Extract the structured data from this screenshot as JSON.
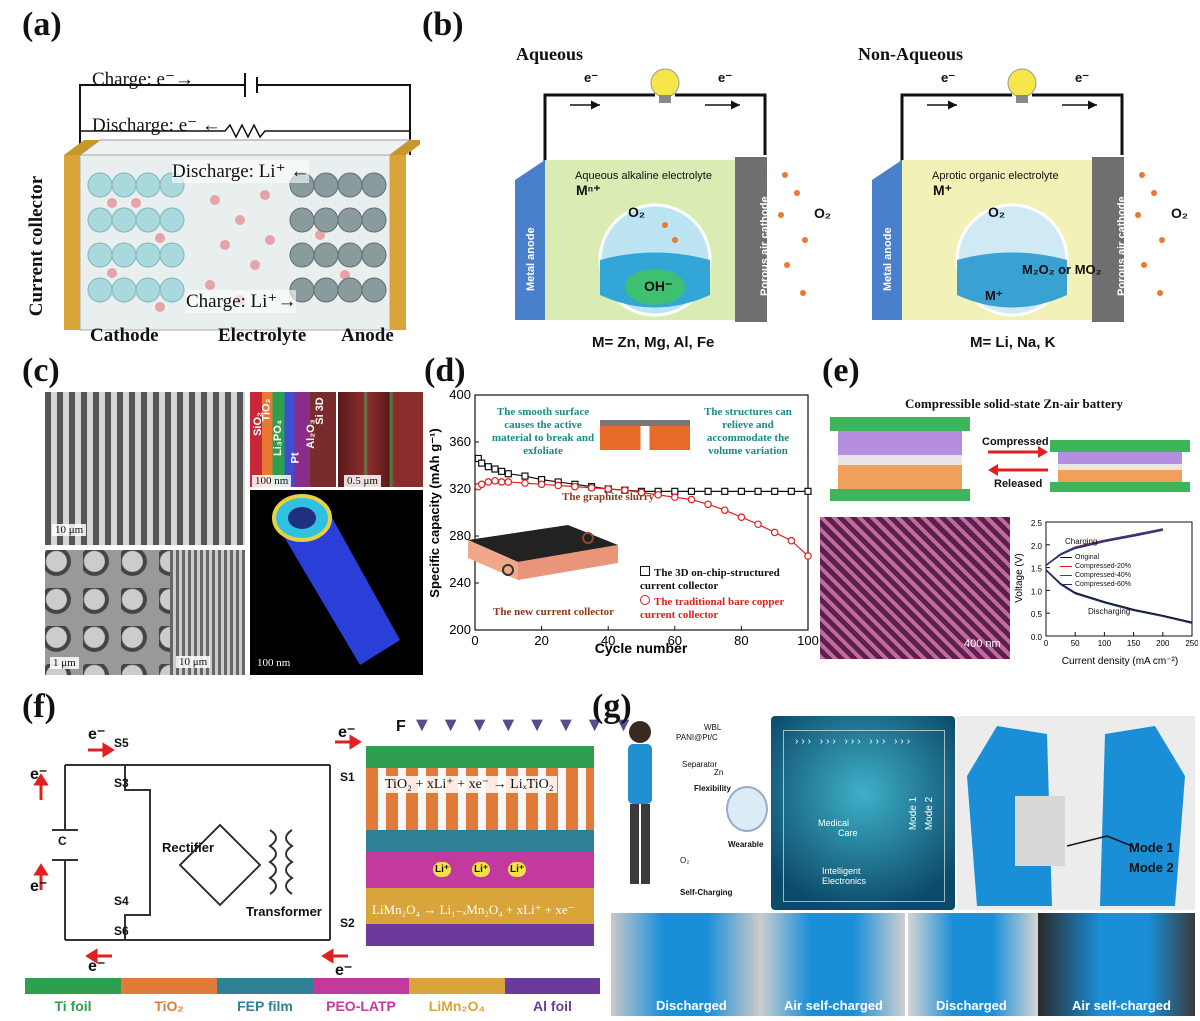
{
  "panels": {
    "a": {
      "label": "(a)",
      "charge_e": "Charge: e⁻→",
      "discharge_e": "Discharge: e⁻ ←",
      "discharge_li": "Discharge: Li⁺ ←",
      "charge_li": "Charge: Li⁺→",
      "current_collector": "Current collector",
      "cathode": "Cathode",
      "electrolyte": "Electrolyte",
      "anode": "Anode"
    },
    "b": {
      "label": "(b)",
      "aqueous": "Aqueous",
      "non_aqueous": "Non-Aqueous",
      "e_minus": "e⁻",
      "aq_electrolyte": "Aqueous alkaline electrolyte",
      "apr_electrolyte": "Aprotic organic electrolyte",
      "metal_anode": "Metal anode",
      "porous_cathode": "Porous air cathode",
      "mn_plus": "Mⁿ⁺",
      "m_plus": "M⁺",
      "o2": "O₂",
      "oh_minus": "OH⁻",
      "m2o2": "M₂O₂ or MO₂",
      "aq_metals": "M= Zn, Mg, Al, Fe",
      "nonaq_metals": "M= Li, Na, K"
    },
    "c": {
      "label": "(c)",
      "sb1": "10 μm",
      "sb2": "1 μm",
      "sb3": "10 μm",
      "sb4": "100 nm",
      "sb5": "0.5 μm",
      "sb6": "100 nm",
      "layer_sio2": "SiO₂",
      "layer_tio2": "TiO₂",
      "layer_li3po4": "Li₃PO₄",
      "layer_pt": "Pt",
      "layer_al2o3": "Al₂O₃",
      "layer_si3d": "Si 3D"
    },
    "d": {
      "label": "(d)",
      "note_left": "The smooth surface causes the active material to break and exfoliate",
      "note_right": "The structures can relieve and accommodate the volume variation",
      "graphite": "The graphite slurry",
      "new_cc": "The new current collector",
      "legend1": "The 3D on-chip-structured current collector",
      "legend2": "The traditional bare copper current collector"
    },
    "e": {
      "label": "(e)",
      "title": "Compressible solid-state Zn-air battery",
      "compressed": "Compressed",
      "released": "Released",
      "sb": "400 nm",
      "charging": "Charging",
      "discharging": "Discharging",
      "legend": [
        "Original",
        "Compressed-20%",
        "Compressed-40%",
        "Compressed-60%"
      ]
    },
    "f": {
      "label": "(f)",
      "e_minus": "e⁻",
      "S1": "S1",
      "S2": "S2",
      "S3": "S3",
      "S4": "S4",
      "S5": "S5",
      "S6": "S6",
      "C": "C",
      "rectifier": "Rectifier",
      "transformer": "Transformer",
      "F": "F",
      "tio2_reaction": "TiO₂ + xLi⁺ + xe⁻ → LiₓTiO₂",
      "limn_reaction": "LiMn₂O₄ → Li₁₋ₓMn₂O₄ + xLi⁺ + xe⁻",
      "li_plus": "Li⁺"
    },
    "g": {
      "label": "(g)",
      "wbl": "WBL",
      "pani": "PANI@Pt/C",
      "separator": "Separator",
      "zn": "Zn",
      "flexibility": "Flexibility",
      "wearable": "Wearable",
      "self_charging": "Self-Charging",
      "o2": "O₂",
      "medical": "Medical",
      "care": "Care",
      "intelligent": "Intelligent",
      "electronics": "Electronics",
      "mode1": "Mode 1",
      "mode2": "Mode 2",
      "photo_mode1": "Mode 1",
      "photo_mode2": "Mode 2",
      "discharged1": "Discharged",
      "air1": "Air self-charged",
      "discharged2": "Discharged",
      "air2": "Air self-charged"
    }
  },
  "legend_bar": [
    {
      "label": "Ti foil",
      "color": "#2e9e4f",
      "text_color": "#2e9e4f"
    },
    {
      "label": "TiO₂",
      "color": "#e07b39",
      "text_color": "#e07b39"
    },
    {
      "label": "FEP film",
      "color": "#2f7f96",
      "text_color": "#2f7f96"
    },
    {
      "label": "PEO-LATP",
      "color": "#c23a9e",
      "text_color": "#c23a9e"
    },
    {
      "label": "LiMn₂O₄",
      "color": "#d9a43a",
      "text_color": "#d9a43a"
    },
    {
      "label": "Al foil",
      "color": "#6b3a9a",
      "text_color": "#6b3a9a"
    }
  ],
  "chart_data": [
    {
      "type": "scatter",
      "panel": "d",
      "xlabel": "Cycle number",
      "ylabel": "Specific capacity (mAh g⁻¹)",
      "xlim": [
        0,
        100
      ],
      "ylim": [
        200,
        400
      ],
      "xticks": [
        0,
        20,
        40,
        60,
        80,
        100
      ],
      "yticks": [
        200,
        240,
        280,
        320,
        360,
        400
      ],
      "series": [
        {
          "name": "The 3D on-chip-structured current collector",
          "color": "#111111",
          "x": [
            1,
            2,
            4,
            6,
            8,
            10,
            15,
            20,
            25,
            30,
            35,
            40,
            45,
            50,
            55,
            60,
            65,
            70,
            75,
            80,
            85,
            90,
            95,
            100
          ],
          "y": [
            346,
            342,
            339,
            337,
            335,
            333,
            331,
            328,
            326,
            324,
            322,
            320,
            319,
            318,
            318,
            318,
            318,
            318,
            318,
            318,
            318,
            318,
            318,
            318
          ]
        },
        {
          "name": "The traditional bare copper current collector",
          "color": "#e02020",
          "x": [
            1,
            2,
            4,
            6,
            8,
            10,
            15,
            20,
            25,
            30,
            35,
            40,
            45,
            50,
            55,
            60,
            65,
            70,
            75,
            80,
            85,
            90,
            95,
            100
          ],
          "y": [
            322,
            324,
            326,
            327,
            326,
            326,
            325,
            324,
            323,
            322,
            321,
            320,
            319,
            317,
            315,
            313,
            311,
            307,
            302,
            296,
            290,
            283,
            276,
            263
          ]
        }
      ]
    },
    {
      "type": "line",
      "panel": "e",
      "xlabel": "Current density (mA cm⁻²)",
      "ylabel": "Voltage (V)",
      "xlim": [
        0,
        250
      ],
      "ylim": [
        0.0,
        2.5
      ],
      "xticks": [
        0,
        50,
        100,
        150,
        200,
        250
      ],
      "yticks": [
        0.0,
        0.5,
        1.0,
        1.5,
        2.0,
        2.5
      ],
      "series": [
        {
          "name": "Original",
          "color": "#111111",
          "curve": "charge",
          "x": [
            0,
            25,
            50,
            100,
            150,
            200
          ],
          "y": [
            1.55,
            1.8,
            1.95,
            2.1,
            2.22,
            2.35
          ]
        },
        {
          "name": "Compressed-20%",
          "color": "#e02020",
          "curve": "charge",
          "x": [
            0,
            25,
            50,
            100,
            150,
            200
          ],
          "y": [
            1.55,
            1.79,
            1.94,
            2.09,
            2.21,
            2.34
          ]
        },
        {
          "name": "Compressed-40%",
          "color": "#2040e0",
          "curve": "charge",
          "x": [
            0,
            25,
            50,
            100,
            150,
            200
          ],
          "y": [
            1.55,
            1.79,
            1.93,
            2.08,
            2.2,
            2.33
          ]
        },
        {
          "name": "Compressed-60%",
          "color": "#203070",
          "curve": "charge",
          "x": [
            0,
            25,
            50,
            100,
            150,
            200
          ],
          "y": [
            1.55,
            1.78,
            1.92,
            2.07,
            2.19,
            2.32
          ]
        },
        {
          "name": "Original",
          "color": "#111111",
          "curve": "discharge",
          "x": [
            0,
            25,
            50,
            100,
            150,
            200,
            250
          ],
          "y": [
            1.45,
            1.15,
            0.95,
            0.75,
            0.58,
            0.45,
            0.3
          ]
        },
        {
          "name": "Compressed-60%",
          "color": "#203070",
          "curve": "discharge",
          "x": [
            0,
            25,
            50,
            100,
            150,
            200,
            250
          ],
          "y": [
            1.44,
            1.13,
            0.93,
            0.73,
            0.56,
            0.43,
            0.28
          ]
        }
      ]
    }
  ]
}
